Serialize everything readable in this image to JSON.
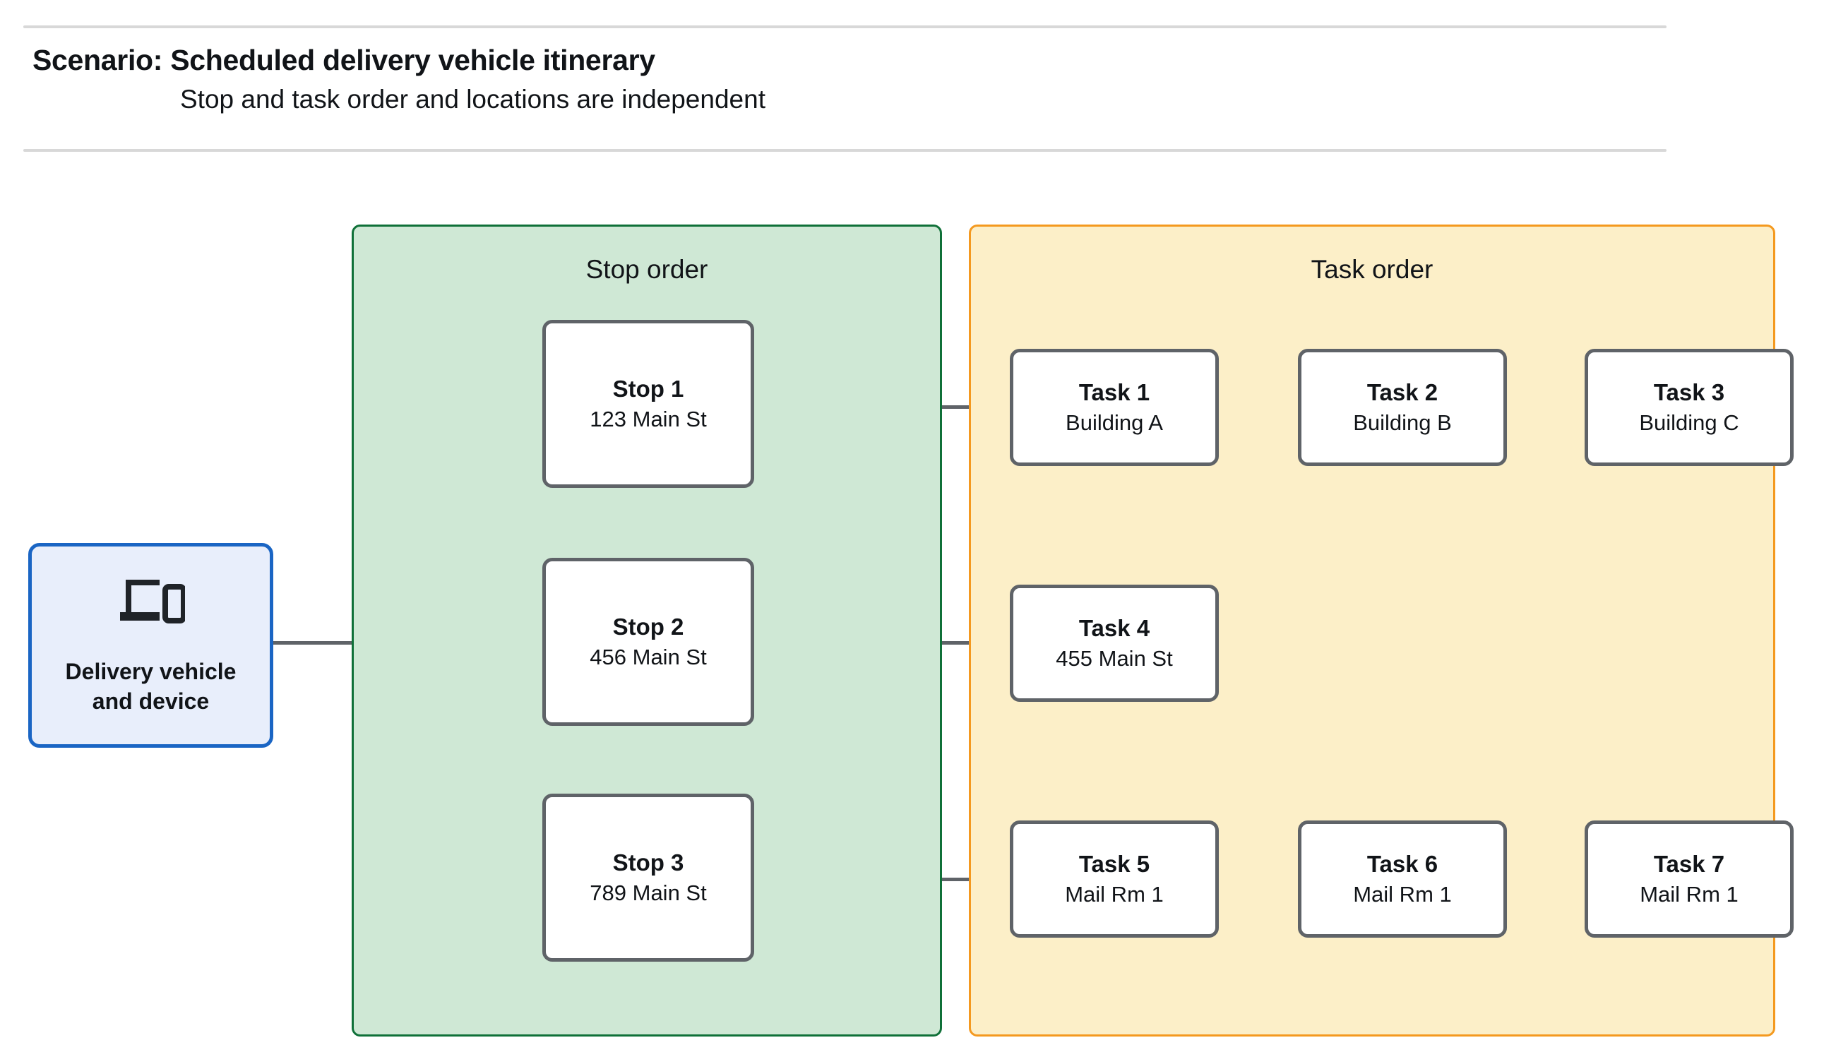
{
  "header": {
    "title": "Scenario: Scheduled delivery vehicle itinerary",
    "subtitle": "Stop and task order and locations are independent"
  },
  "colors": {
    "stop_group_fill": "#cfe8d5",
    "stop_group_border": "#0f7038",
    "task_group_fill": "#fcefc8",
    "task_group_border": "#f4991f",
    "vehicle_fill": "#e8eefb",
    "vehicle_border": "#1a65c4",
    "node_border": "#5f6368",
    "connector": "#5f6368",
    "divider": "#d8d8d8"
  },
  "vehicle": {
    "icon": "devices-icon",
    "label_line1": "Delivery vehicle",
    "label_line2": "and device"
  },
  "stop_group": {
    "title": "Stop order",
    "stops": [
      {
        "name": "Stop 1",
        "location": "123 Main St"
      },
      {
        "name": "Stop 2",
        "location": "456 Main St"
      },
      {
        "name": "Stop 3",
        "location": "789 Main St"
      }
    ]
  },
  "task_group": {
    "title": "Task order",
    "rows": [
      {
        "stop_index": 0,
        "tasks": [
          {
            "name": "Task 1",
            "location": "Building A"
          },
          {
            "name": "Task 2",
            "location": "Building B"
          },
          {
            "name": "Task 3",
            "location": "Building C"
          }
        ]
      },
      {
        "stop_index": 1,
        "tasks": [
          {
            "name": "Task 4",
            "location": "455 Main St"
          }
        ]
      },
      {
        "stop_index": 2,
        "tasks": [
          {
            "name": "Task 5",
            "location": "Mail Rm 1"
          },
          {
            "name": "Task 6",
            "location": "Mail Rm 1"
          },
          {
            "name": "Task 7",
            "location": "Mail Rm 1"
          }
        ]
      }
    ]
  }
}
